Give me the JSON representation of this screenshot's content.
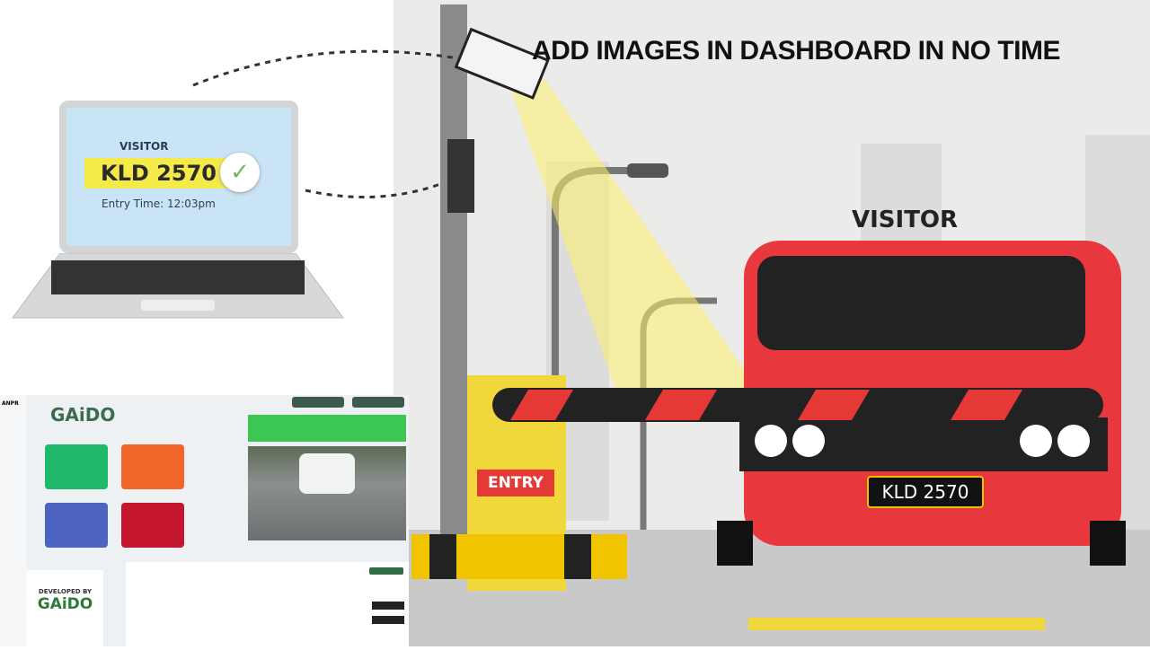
{
  "headline": "ADD IMAGES IN DASHBOARD IN NO TIME",
  "scene": {
    "visitor_label": "VISITOR",
    "entry_sign": "ENTRY",
    "plate": "KLD 2570"
  },
  "laptop": {
    "label": "VISITOR",
    "plate": "KLD 2570",
    "entry_time": "Entry Time: 12:03pm",
    "check_icon": "✓"
  },
  "dashboard": {
    "logo": "GAiDO",
    "sidebar_label": "ANPR",
    "developed_by": "DEVELOPED BY",
    "dev_logo": "GAiDO",
    "card_colors": [
      "#21b86a",
      "#f2662a",
      "#4c63c0",
      "#c4162f"
    ]
  }
}
